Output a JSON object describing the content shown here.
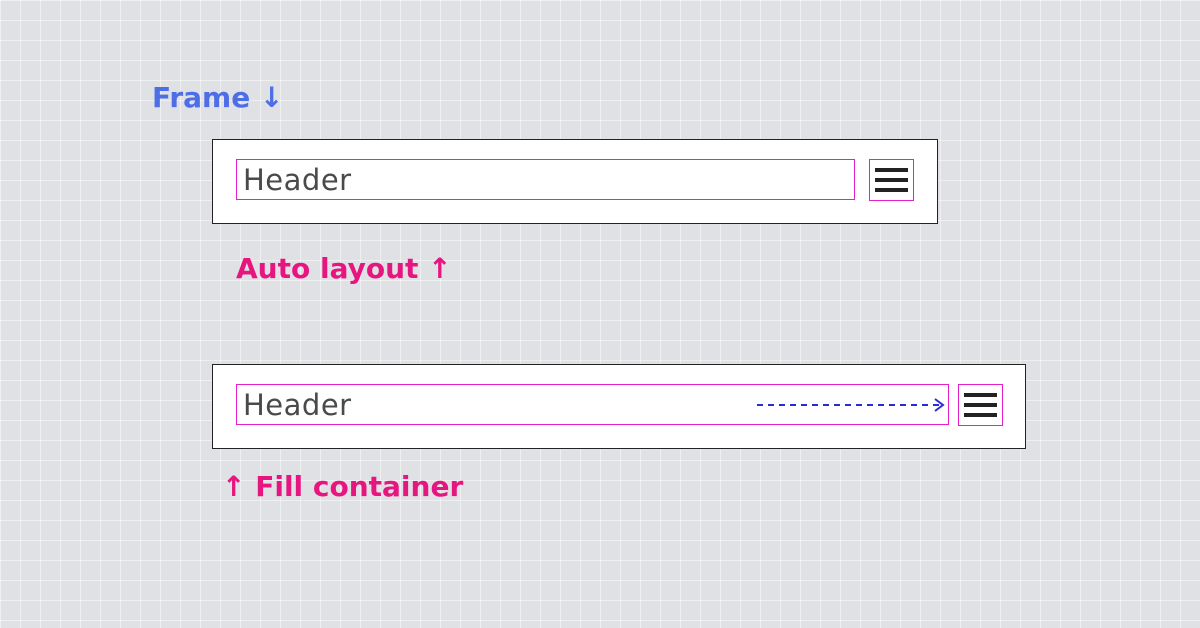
{
  "labels": {
    "frame": {
      "text": "Frame",
      "arrow": "↓",
      "color": "#4e6ee8"
    },
    "auto_layout": {
      "text": "Auto layout",
      "arrow": "↑",
      "color": "#e6157f"
    },
    "fill_container": {
      "text": "Fill container",
      "arrow": "↑",
      "color": "#e6157f"
    }
  },
  "frames": [
    {
      "header": "Header",
      "menu_icon": "hamburger-menu-icon"
    },
    {
      "header": "Header",
      "menu_icon": "hamburger-menu-icon",
      "fill_arrow": "dashed-right-arrow"
    }
  ],
  "colors": {
    "selection_outline": "#e61fcd",
    "fill_arrow": "#2b2bd6",
    "frame_border": "#222222"
  }
}
